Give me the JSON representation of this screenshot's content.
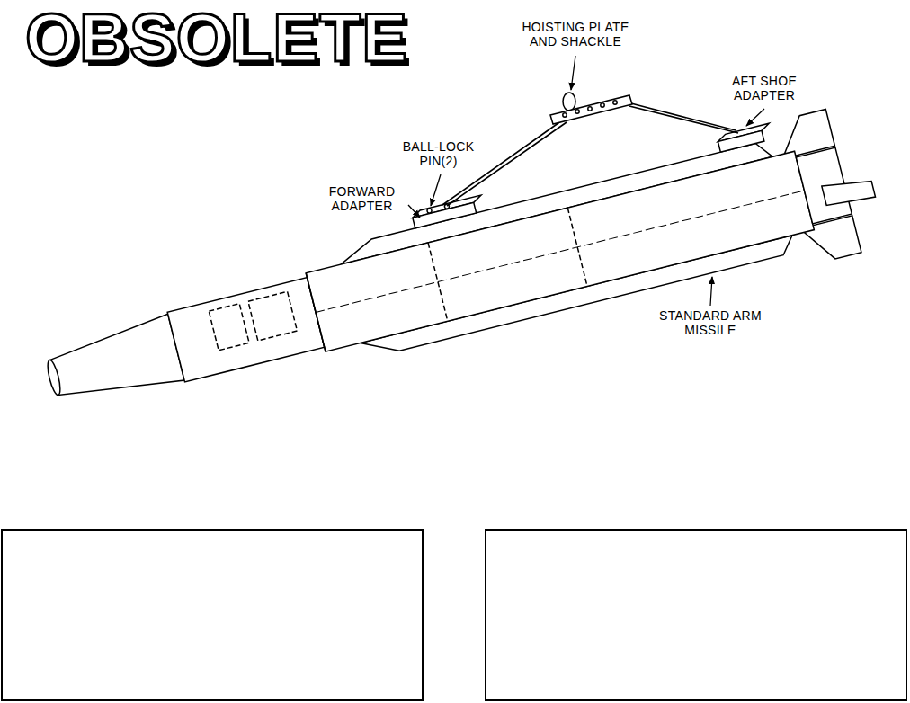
{
  "diagram": {
    "labels": [
      "OBSOLETE",
      "HOISTING PLATE AND SHACKLE",
      "AFT SHOE ADAPTER",
      "BALL-LOCK PIN(2)",
      "FORWARD ADAPTER",
      "STANDARD ARM MISSILE"
    ]
  }
}
